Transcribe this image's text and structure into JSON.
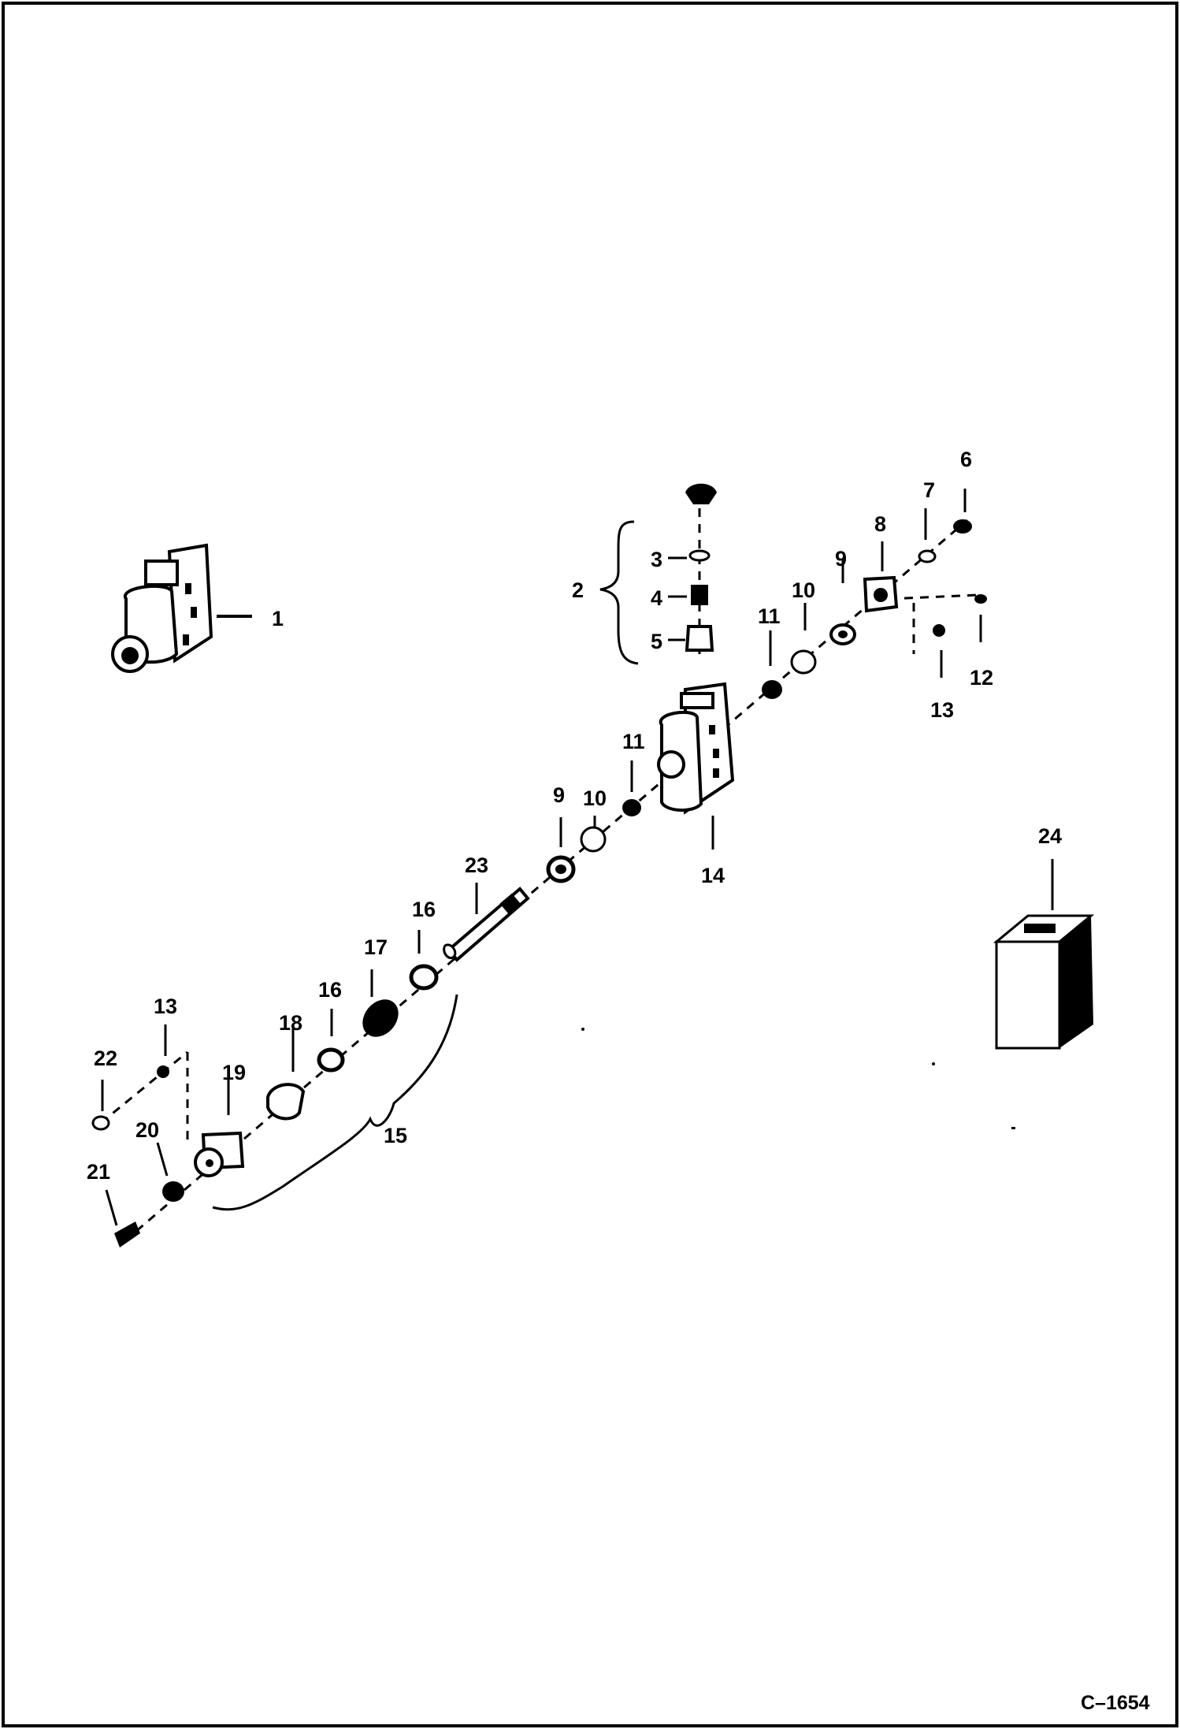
{
  "callouts": [
    {
      "id": "c1",
      "text": "1"
    },
    {
      "id": "c2",
      "text": "2"
    },
    {
      "id": "c3",
      "text": "3"
    },
    {
      "id": "c4",
      "text": "4"
    },
    {
      "id": "c5",
      "text": "5"
    },
    {
      "id": "c6",
      "text": "6"
    },
    {
      "id": "c7",
      "text": "7"
    },
    {
      "id": "c8",
      "text": "8"
    },
    {
      "id": "c9a",
      "text": "9"
    },
    {
      "id": "c10a",
      "text": "10"
    },
    {
      "id": "c11a",
      "text": "11"
    },
    {
      "id": "c12",
      "text": "12"
    },
    {
      "id": "c13a",
      "text": "13"
    },
    {
      "id": "c14",
      "text": "14"
    },
    {
      "id": "c11b",
      "text": "11"
    },
    {
      "id": "c10b",
      "text": "10"
    },
    {
      "id": "c9b",
      "text": "9"
    },
    {
      "id": "c23",
      "text": "23"
    },
    {
      "id": "c16a",
      "text": "16"
    },
    {
      "id": "c17",
      "text": "17"
    },
    {
      "id": "c16b",
      "text": "16"
    },
    {
      "id": "c18",
      "text": "18"
    },
    {
      "id": "c13b",
      "text": "13"
    },
    {
      "id": "c22",
      "text": "22"
    },
    {
      "id": "c19",
      "text": "19"
    },
    {
      "id": "c20",
      "text": "20"
    },
    {
      "id": "c21",
      "text": "21"
    },
    {
      "id": "c15",
      "text": "15"
    },
    {
      "id": "c24",
      "text": "24"
    }
  ],
  "figure_id": "C–1654"
}
